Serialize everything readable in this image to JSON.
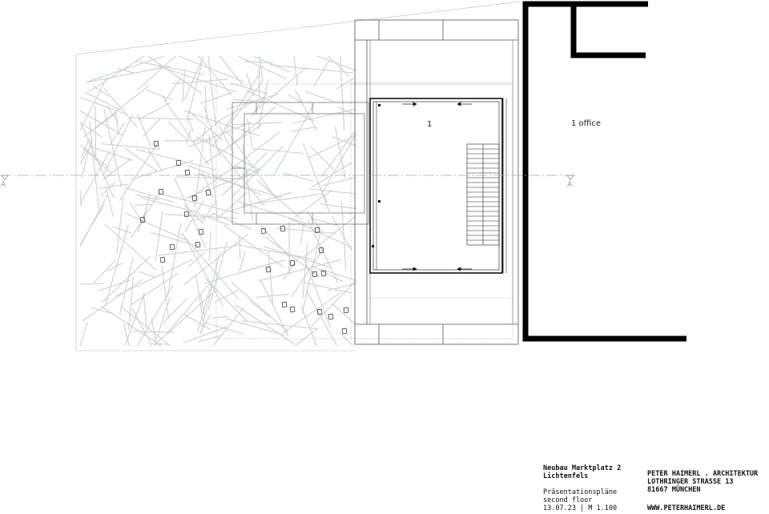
{
  "plan": {
    "room_stair": "1",
    "room_office": "1 office",
    "section_left": "A",
    "section_right": "A"
  },
  "titleblock": {
    "project_line1": "Neubau Marktplatz 2",
    "project_line2": "Lichtenfels",
    "drawing_line1": "Präsentationspläne",
    "drawing_line2": "second floor",
    "date_scale": "13.07.23 | M 1.100",
    "office_line1": "PETER HAIMERL . ARCHITEKTUR",
    "office_line2": "LOTHRINGER STRASSE 13",
    "office_line3": "81667 MÜNCHEN",
    "website": "WWW.PETERHAIMERL.DE"
  },
  "colors": {
    "wall": "#000000",
    "line": "#777777",
    "tree": "#c8d0d0",
    "section": "#9fb0b4"
  }
}
